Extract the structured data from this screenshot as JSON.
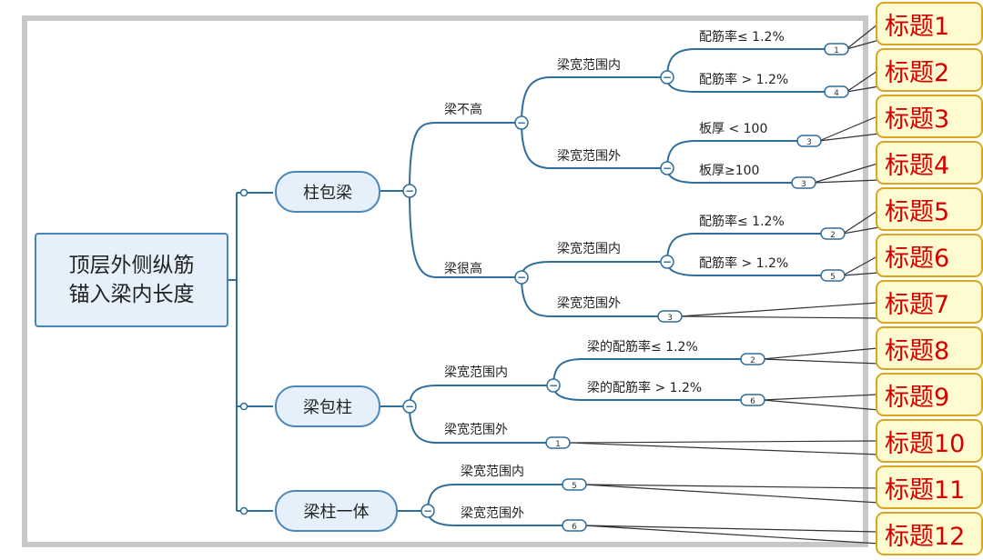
{
  "root": {
    "line1": "顶层外侧纵筋",
    "line2": "锚入梁内长度"
  },
  "branches": {
    "zhu_bao_liang": {
      "label": "柱包梁",
      "liang_bu_gao": {
        "label": "梁不高",
        "kuan_nei": {
          "label": "梁宽范围内",
          "leaf_a": "配筋率≤ 1.2%",
          "leaf_b": "配筋率 > 1.2%",
          "badge_a": "1",
          "badge_b": "4"
        },
        "kuan_wai": {
          "label": "梁宽范围外",
          "leaf_a": "板厚 < 100",
          "leaf_b": "板厚≥100",
          "badge_a": "3",
          "badge_b": "3"
        }
      },
      "liang_hen_gao": {
        "label": "梁很高",
        "kuan_nei": {
          "label": "梁宽范围内",
          "leaf_a": "配筋率≤ 1.2%",
          "leaf_b": "配筋率 > 1.2%",
          "badge_a": "2",
          "badge_b": "5"
        },
        "kuan_wai": {
          "label": "梁宽范围外",
          "badge": "3"
        }
      }
    },
    "liang_bao_zhu": {
      "label": "梁包柱",
      "kuan_nei": {
        "label": "梁宽范围内",
        "leaf_a": "梁的配筋率≤ 1.2%",
        "leaf_b": "梁的配筋率 > 1.2%",
        "badge_a": "2",
        "badge_b": "6"
      },
      "kuan_wai": {
        "label": "梁宽范围外",
        "badge": "1"
      }
    },
    "liang_zhu_yi_ti": {
      "label": "梁柱一体",
      "kuan_nei": {
        "label": "梁宽范围内",
        "badge": "5"
      },
      "kuan_wai": {
        "label": "梁宽范围外",
        "badge": "6"
      }
    }
  },
  "collapse_symbol": "−",
  "callouts": [
    "标题1",
    "标题2",
    "标题3",
    "标题4",
    "标题5",
    "标题6",
    "标题7",
    "标题8",
    "标题9",
    "标题10",
    "标题11",
    "标题12"
  ],
  "colors": {
    "line": "#2f6d9a",
    "node_fill": "#e6f0fa",
    "node_border": "#4a86b8",
    "callout_fill": "#fffbd0",
    "callout_border": "#d9a61e",
    "callout_text": "#d30000",
    "frame": "#c8c8c8"
  }
}
